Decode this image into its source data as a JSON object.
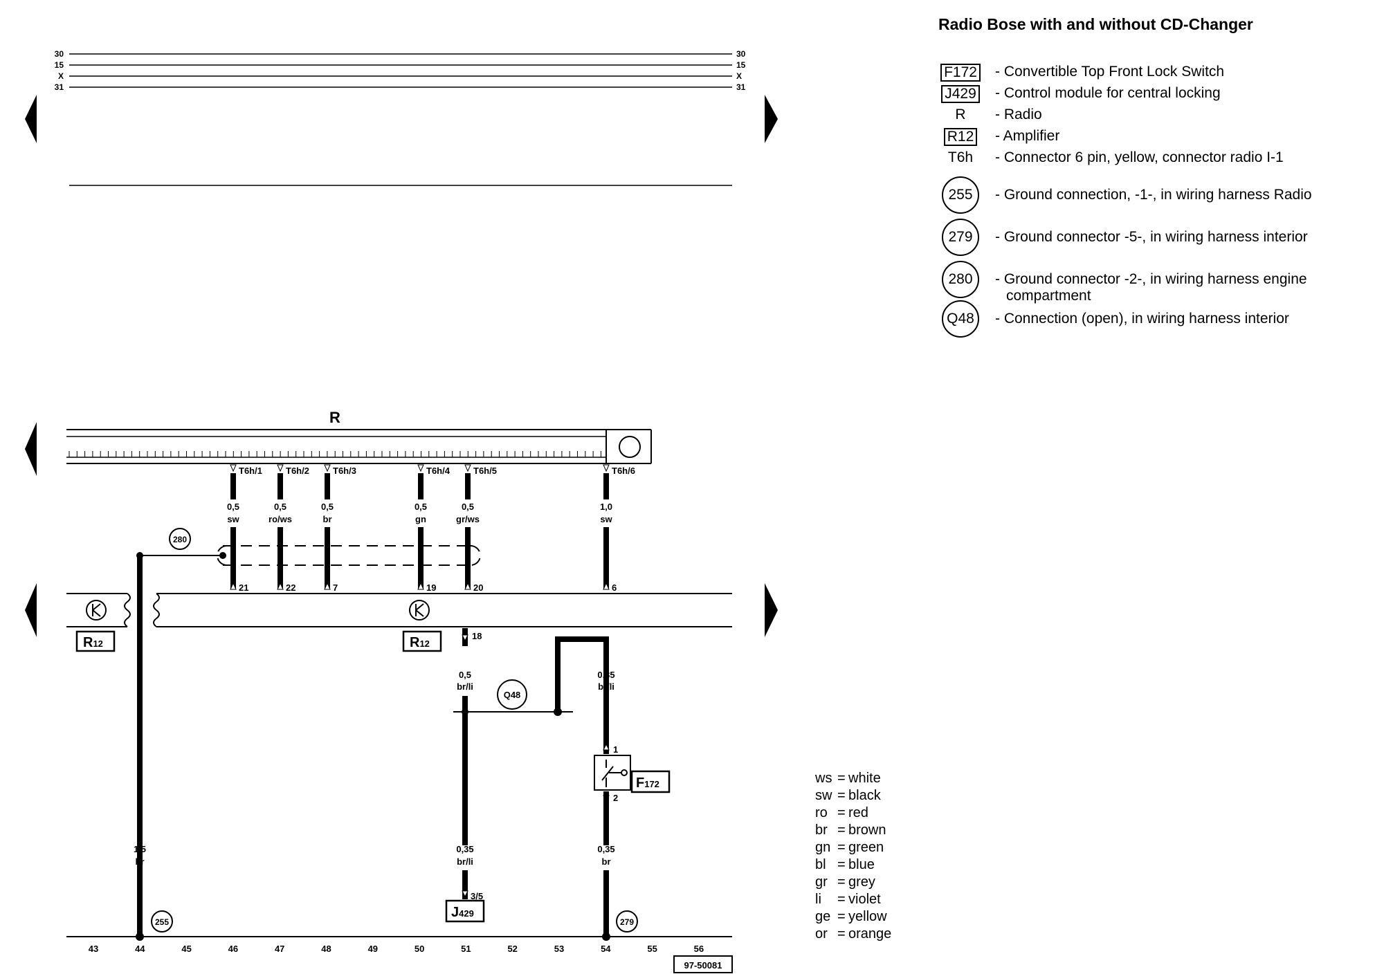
{
  "title": "Radio Bose with and without CD-Changer",
  "legend": [
    {
      "symbol": "F172",
      "style": "boxed",
      "description": "- Convertible Top Front Lock Switch"
    },
    {
      "symbol": "J429",
      "style": "boxed",
      "description": "- Control module for central locking"
    },
    {
      "symbol": "R",
      "style": "plain",
      "description": "- Radio"
    },
    {
      "symbol": "R12",
      "style": "boxed",
      "description": "- Amplifier"
    },
    {
      "symbol": "T6h",
      "style": "plain",
      "description": "- Connector 6 pin, yellow, connector radio I-1"
    },
    {
      "symbol": "255",
      "style": "circled",
      "description": "- Ground connection, -1-, in wiring harness Radio"
    },
    {
      "symbol": "279",
      "style": "circled",
      "description": "- Ground connector -5-, in wiring harness interior"
    },
    {
      "symbol": "280",
      "style": "circled",
      "description": "- Ground connector -2-, in wiring harness engine",
      "description2": "compartment"
    },
    {
      "symbol": "Q48",
      "style": "circled",
      "description": "- Connection (open), in wiring harness interior"
    }
  ],
  "color_codes": [
    {
      "code": "ws",
      "name": "white"
    },
    {
      "code": "sw",
      "name": "black"
    },
    {
      "code": "ro",
      "name": "red"
    },
    {
      "code": "br",
      "name": "brown"
    },
    {
      "code": "gn",
      "name": "green"
    },
    {
      "code": "bl",
      "name": "blue"
    },
    {
      "code": "gr",
      "name": "grey"
    },
    {
      "code": "li",
      "name": "violet"
    },
    {
      "code": "ge",
      "name": "yellow"
    },
    {
      "code": "or",
      "name": "orange"
    }
  ],
  "top_rails": [
    "30",
    "15",
    "X",
    "31"
  ],
  "radio_label": "R",
  "amp_label": "R",
  "amp_sub": "12",
  "connector_pins": [
    {
      "pin": "T6h/1",
      "wire": "0,5",
      "color": "sw",
      "amp_pin": "21"
    },
    {
      "pin": "T6h/2",
      "wire": "0,5",
      "color": "ro/ws",
      "amp_pin": "22"
    },
    {
      "pin": "T6h/3",
      "wire": "0,5",
      "color": "br",
      "amp_pin": "7"
    },
    {
      "pin": "T6h/4",
      "wire": "0,5",
      "color": "gn",
      "amp_pin": "19"
    },
    {
      "pin": "T6h/5",
      "wire": "0,5",
      "color": "gr/ws",
      "amp_pin": "20"
    },
    {
      "pin": "T6h/6",
      "wire": "1,0",
      "color": "sw",
      "amp_pin": "6"
    }
  ],
  "ground_280": "280",
  "ground_255": "255",
  "ground_279": "279",
  "q48": "Q48",
  "amp_out_pin": "18",
  "wire_q48": {
    "size": "0,5",
    "color": "br/li"
  },
  "wire_j429": {
    "size": "0,35",
    "color": "br/li"
  },
  "j429_pin": "3/5",
  "j429_label": "J",
  "j429_sub": "429",
  "wire_f172_top": {
    "size": "0,35",
    "color": "br/li"
  },
  "f172_pin1": "1",
  "f172_pin2": "2",
  "f172_label": "F",
  "f172_sub": "172",
  "wire_f172_bottom": {
    "size": "0,35",
    "color": "br"
  },
  "wire_ground_255": {
    "size": "1,5",
    "color": "br"
  },
  "track_numbers": [
    "43",
    "44",
    "45",
    "46",
    "47",
    "48",
    "49",
    "50",
    "51",
    "52",
    "53",
    "54",
    "55",
    "56"
  ],
  "diagram_id": "97-50081"
}
